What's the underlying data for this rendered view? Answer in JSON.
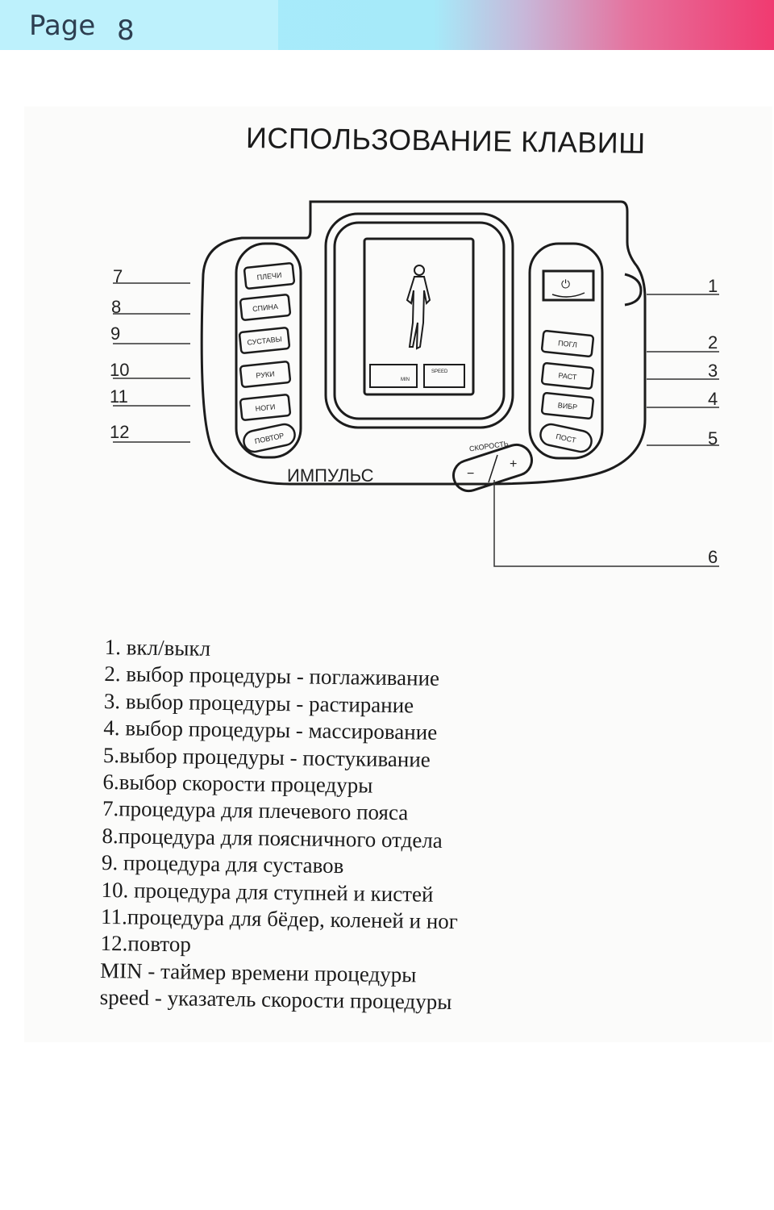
{
  "page": {
    "label": "Page",
    "number": "8"
  },
  "title": "ИСПОЛЬЗОВАНИЕ КЛАВИШ",
  "device": {
    "brand": "ИМПУЛЬС",
    "left_buttons": [
      "ПЛЕЧИ",
      "СПИНА",
      "СУСТАВЫ",
      "РУКИ",
      "НОГИ",
      "ПОВТОР"
    ],
    "right_buttons": [
      "ПОГЛ",
      "РАСТ",
      "ВИБР",
      "ПОСТ"
    ],
    "screen_labels": {
      "min": "MIN",
      "speed": "SPEED"
    },
    "speed_label": "СКОРОСТЬ",
    "minus": "−",
    "plus": "+",
    "power_symbol": "⏻"
  },
  "callouts": {
    "left": [
      "7",
      "8",
      "9",
      "10",
      "11",
      "12"
    ],
    "right": [
      "1",
      "2",
      "3",
      "4",
      "5",
      "6"
    ]
  },
  "legend": [
    "1. вкл/выкл",
    "2. выбор процедуры - поглаживание",
    "3. выбор процедуры - растирание",
    "4. выбор процедуры - массирование",
    "5.выбор процедуры - постукивание",
    "6.выбор скорости процедуры",
    "7.процедура для плечевого пояса",
    "8.процедура для поясничного отдела",
    "9. процедура для суставов",
    "10. процедура для ступней и кистей",
    "11.процедура для бёдер, коленей и ног",
    "12.повтор",
    "MIN - таймер времени процедуры",
    "speed - указатель скорости процедуры"
  ]
}
